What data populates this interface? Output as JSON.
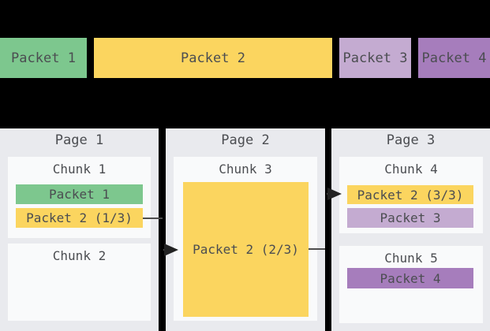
{
  "background": "#000000",
  "colors": {
    "packet1_green": "#7DC78E",
    "packet2_yellow": "#FBD55F",
    "packet3_lavender": "#C4ABD1",
    "packet4_purple": "#A67DBC",
    "page_panel_gray": "#E9EAEE",
    "chunk_box_white": "#F9FAFB",
    "text": "#4B4D51",
    "connector": "#4D4D4D"
  },
  "stream": {
    "packets": [
      {
        "label": "Packet 1",
        "color": "#7DC78E"
      },
      {
        "label": "Packet 2",
        "color": "#FBD55F"
      },
      {
        "label": "Packet 3",
        "color": "#C4ABD1"
      },
      {
        "label": "Packet 4",
        "color": "#A67DBC"
      }
    ]
  },
  "pages": [
    {
      "title": "Page 1",
      "chunks": [
        {
          "label": "Chunk 1",
          "packets": [
            {
              "label": "Packet 1",
              "color": "#7DC78E"
            },
            {
              "label": "Packet 2 (1/3)",
              "color": "#FBD55F"
            }
          ]
        },
        {
          "label": "Chunk 2",
          "packets": []
        }
      ]
    },
    {
      "title": "Page 2",
      "chunks": [
        {
          "label": "Chunk 3",
          "packets": [
            {
              "label": "Packet 2 (2/3)",
              "color": "#FBD55F"
            }
          ]
        }
      ]
    },
    {
      "title": "Page 3",
      "chunks": [
        {
          "label": "Chunk 4",
          "packets": [
            {
              "label": "Packet 2 (3/3)",
              "color": "#FBD55F"
            },
            {
              "label": "Packet 3",
              "color": "#C4ABD1"
            }
          ]
        },
        {
          "label": "Chunk 5",
          "packets": [
            {
              "label": "Packet 4",
              "color": "#A67DBC"
            }
          ]
        }
      ]
    }
  ],
  "connectors": [
    {
      "from": "Packet 2 (1/3)",
      "to": "Packet 2 (2/3)"
    },
    {
      "from": "Packet 2 (2/3)",
      "to": "Packet 2 (3/3)"
    }
  ]
}
